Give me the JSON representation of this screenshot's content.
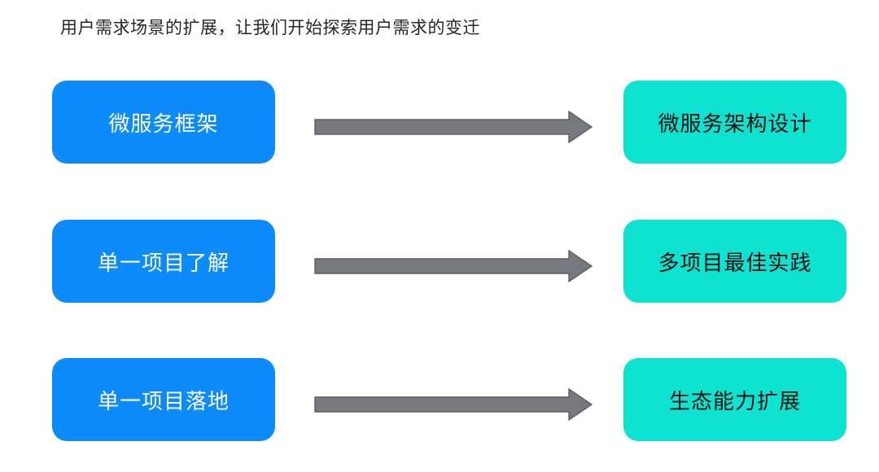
{
  "slide": {
    "title": "用户需求场景的扩展，让我们开始探索用户需求的变迁",
    "colors": {
      "background": "#FFFFFF",
      "title_text": "#262626",
      "left_box_fill": "#0D8BFB",
      "left_box_text": "#FFFFFF",
      "right_box_fill": "#0EE2D0",
      "right_box_text": "#111111",
      "arrow_fill": "#78797E",
      "arrow_stroke": "#5E5F63"
    },
    "rows": [
      {
        "from_label": "微服务框架",
        "arrow_icon": "right-arrow-icon",
        "to_label": "微服务架构设计"
      },
      {
        "from_label": "单一项目了解",
        "arrow_icon": "right-arrow-icon",
        "to_label": "多项目最佳实践"
      },
      {
        "from_label": "单一项目落地",
        "arrow_icon": "right-arrow-icon",
        "to_label": "生态能力扩展"
      }
    ]
  }
}
